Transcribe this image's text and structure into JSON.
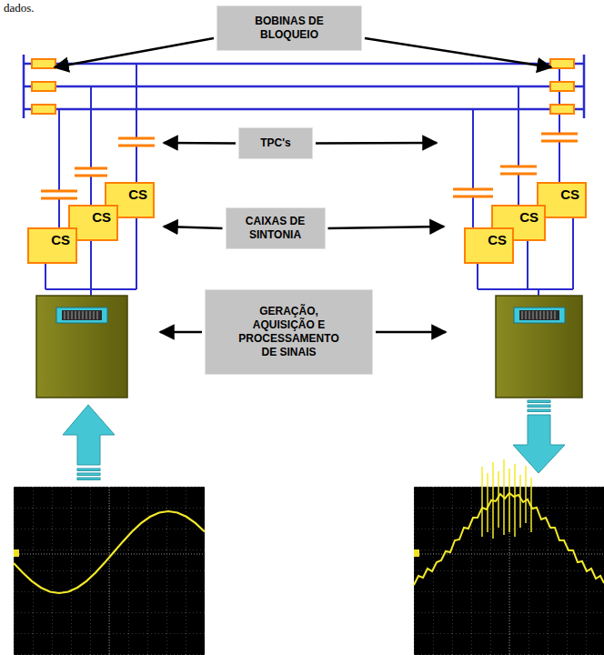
{
  "diagram": {
    "nodes": [
      {
        "text": [
          "BOBINAS DE BLOQUEIO"
        ]
      },
      {
        "text": [
          "TPC's"
        ]
      },
      {
        "text": [
          "CS"
        ]
      },
      {
        "text": [
          "CS"
        ]
      },
      {
        "text": [
          "CS"
        ]
      },
      {
        "text": [
          "CAIXAS DE SINTONIA"
        ]
      },
      {
        "text": [
          "CS"
        ]
      },
      {
        "text": [
          "CS"
        ]
      },
      {
        "text": [
          "CS"
        ]
      },
      {
        "text": [
          "GERAÇÃO, AQUISIÇÃO E PROCESSAMENTO DE SINAIS"
        ]
      }
    ],
    "labels": [
      "dados."
    ]
  }
}
